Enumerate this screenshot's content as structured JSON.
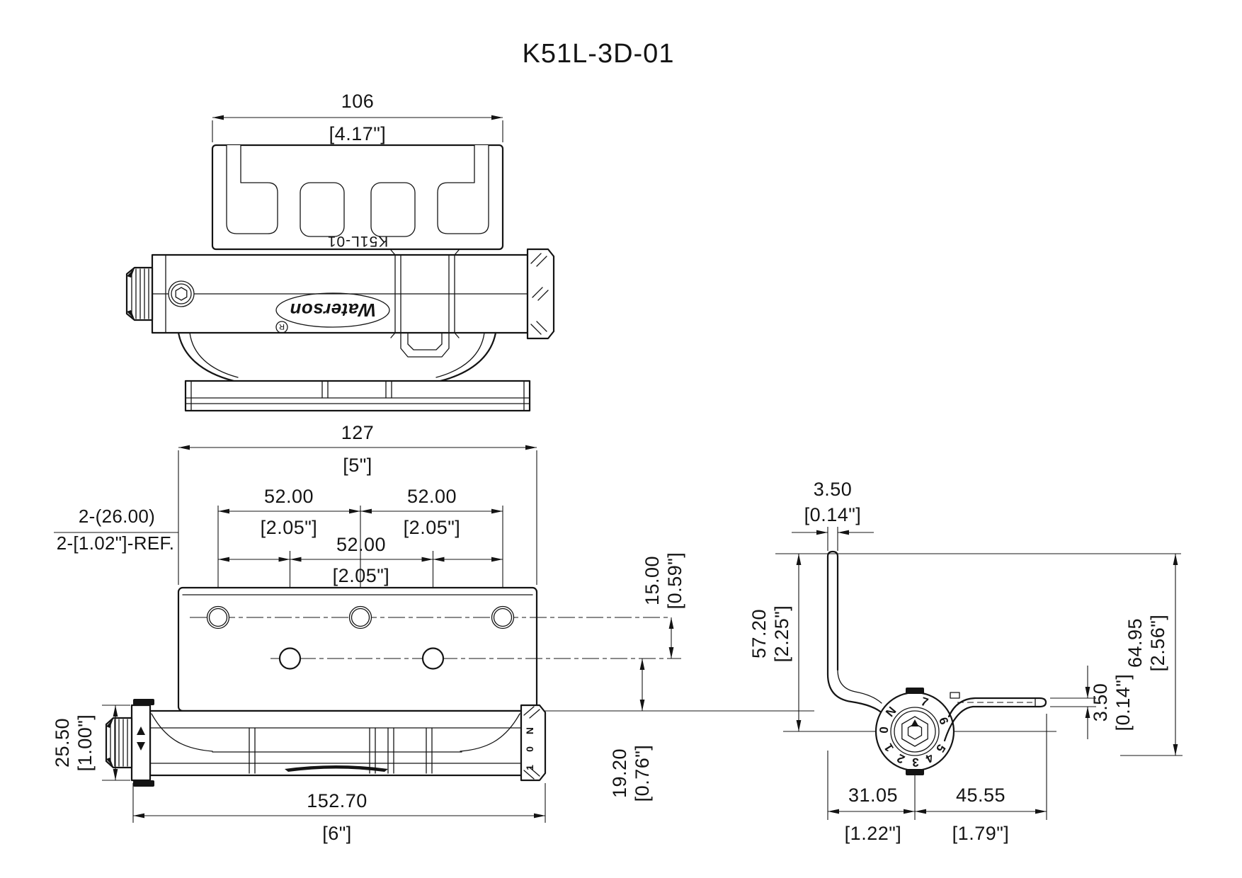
{
  "title": "K51L-3D-01",
  "part_marking": "K51L-01",
  "logo_text": "Waterson",
  "registered_mark": "R",
  "top_view": {
    "width_dim": {
      "mm": "106",
      "inch": "[4.17\"]"
    }
  },
  "front_view": {
    "overall_width": {
      "mm": "127",
      "inch": "[5\"]"
    },
    "hole_spacing": {
      "mm": "52.00",
      "inch": "[2.05\"]"
    },
    "offset_note": {
      "mm": "2-(26.00)",
      "inch": "2-[1.02\"]-REF."
    },
    "row_offset": {
      "mm": "15.00",
      "inch": "[0.59\"]"
    },
    "edge_offset": {
      "mm": "19.20",
      "inch": "[0.76\"]"
    },
    "barrel_diameter": {
      "mm": "25.50",
      "inch": "[1.00\"]"
    },
    "overall_length": {
      "mm": "152.70",
      "inch": "[6\"]"
    }
  },
  "side_view": {
    "wall_thickness": {
      "mm": "3.50",
      "inch": "[0.14\"]"
    },
    "leaf_height": {
      "mm": "57.20",
      "inch": "[2.25\"]"
    },
    "overall_height": {
      "mm": "64.95",
      "inch": "[2.56\"]"
    },
    "leaf_thickness": {
      "mm": "3.50",
      "inch": "[0.14\"]"
    },
    "pivot_offset": {
      "mm": "31.05",
      "inch": "[1.22\"]"
    },
    "leaf_length": {
      "mm": "45.55",
      "inch": "[1.79\"]"
    },
    "dial_labels": [
      "N",
      "0",
      "1",
      "2",
      "3",
      "4",
      "5",
      "6",
      "7"
    ]
  }
}
